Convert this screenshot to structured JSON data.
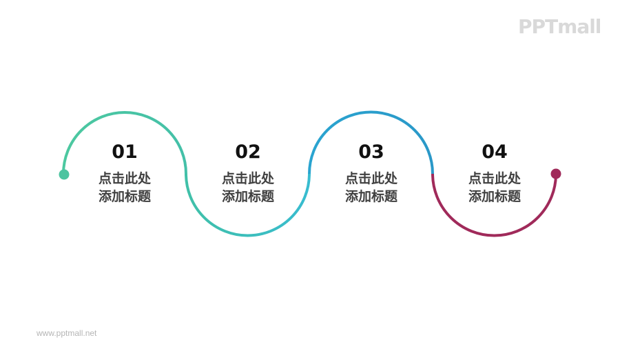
{
  "watermark": {
    "logo": "PPTmall",
    "url": "www.pptmall.net"
  },
  "colors": {
    "step1": "#4cc4a0",
    "step2": "#3cbcc8",
    "step3": "#2a9cc8",
    "step4": "#a02a5a",
    "number_text": "#111111",
    "title_text": "#404040"
  },
  "steps": [
    {
      "number": "01",
      "title_line1": "点击此处",
      "title_line2": "添加标题"
    },
    {
      "number": "02",
      "title_line1": "点击此处",
      "title_line2": "添加标题"
    },
    {
      "number": "03",
      "title_line1": "点击此处",
      "title_line2": "添加标题"
    },
    {
      "number": "04",
      "title_line1": "点击此处",
      "title_line2": "添加标题"
    }
  ]
}
